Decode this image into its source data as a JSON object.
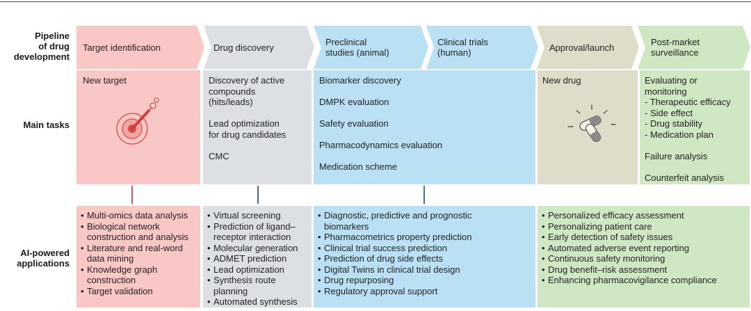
{
  "row_labels": {
    "pipeline": [
      "Pipeline",
      "of drug",
      "development"
    ],
    "main_tasks": "Main tasks",
    "ai": [
      "AI-powered",
      "applications"
    ]
  },
  "stages": [
    {
      "lines": [
        "Target identification"
      ]
    },
    {
      "lines": [
        "Drug discovery"
      ]
    },
    {
      "lines": [
        "Preclinical",
        "studies (animal)"
      ]
    },
    {
      "lines": [
        "Clinical trials",
        "(human)"
      ]
    },
    {
      "lines": [
        "Approval/launch"
      ]
    },
    {
      "lines": [
        "Post-market",
        "surveillance"
      ]
    }
  ],
  "main_tasks": {
    "target": [
      "New target"
    ],
    "discovery": [
      [
        "Discovery of active",
        "compounds",
        "(hits/leads)"
      ],
      [
        "Lead optimization",
        "for drug candidates"
      ],
      [
        "CMC"
      ]
    ],
    "trials": [
      "Biomarker discovery",
      "DMPK evaluation",
      "Safety evaluation",
      "Pharmacodynamics evaluation",
      "Medication scheme"
    ],
    "approval": [
      "New drug"
    ],
    "postmarket": {
      "heading": [
        "Evaluating or",
        "monitoring"
      ],
      "sub": [
        "- Therapeutic efficacy",
        "- Side effect",
        "- Drug stability",
        "- Medication plan"
      ],
      "more": [
        "Failure analysis",
        "Counterfeit analysis"
      ]
    }
  },
  "ai_applications": {
    "target": [
      [
        "Multi-omics data analysis"
      ],
      [
        "Biological network",
        "construction and analysis"
      ],
      [
        "Literature and real-word",
        "data mining"
      ],
      [
        "Knowledge graph",
        "construction"
      ],
      [
        "Target validation"
      ]
    ],
    "discovery": [
      [
        "Virtual screening"
      ],
      [
        "Prediction of ligand–",
        "receptor interaction"
      ],
      [
        "Molecular generation"
      ],
      [
        "ADMET prediction"
      ],
      [
        "Lead optimization"
      ],
      [
        "Synthesis route",
        "planning"
      ],
      [
        "Automated synthesis"
      ]
    ],
    "trials": [
      [
        "Diagnostic, predictive and prognostic",
        "biomarkers"
      ],
      [
        "Pharmacometrics property prediction"
      ],
      [
        "Clinical trial success prediction"
      ],
      [
        "Prediction of drug side effects"
      ],
      [
        "Digital Twins in clinical trial design"
      ],
      [
        "Drug repurposing"
      ],
      [
        "Regulatory approval support"
      ]
    ],
    "approval_post": [
      [
        "Personalized efficacy assessment"
      ],
      [
        "Personalizing patient care"
      ],
      [
        "Early detection of safety issues"
      ],
      [
        "Automated adverse event reporting"
      ],
      [
        "Continuous safety monitoring"
      ],
      [
        "Drug benefit–risk assessment"
      ],
      [
        "Enhancing pharmacovigilance compliance"
      ]
    ]
  },
  "colors": {
    "pink": "#f9c7c5",
    "grey": "#dcdfe4",
    "blue": "#b9e1f3",
    "khaki": "#dfdcc9",
    "green": "#cfe8c3",
    "pink_line": "#d9534f",
    "grey_line": "#4a6785",
    "blue_line": "#2a7ab5"
  },
  "icons": [
    "target-icon",
    "capsules-icon"
  ]
}
